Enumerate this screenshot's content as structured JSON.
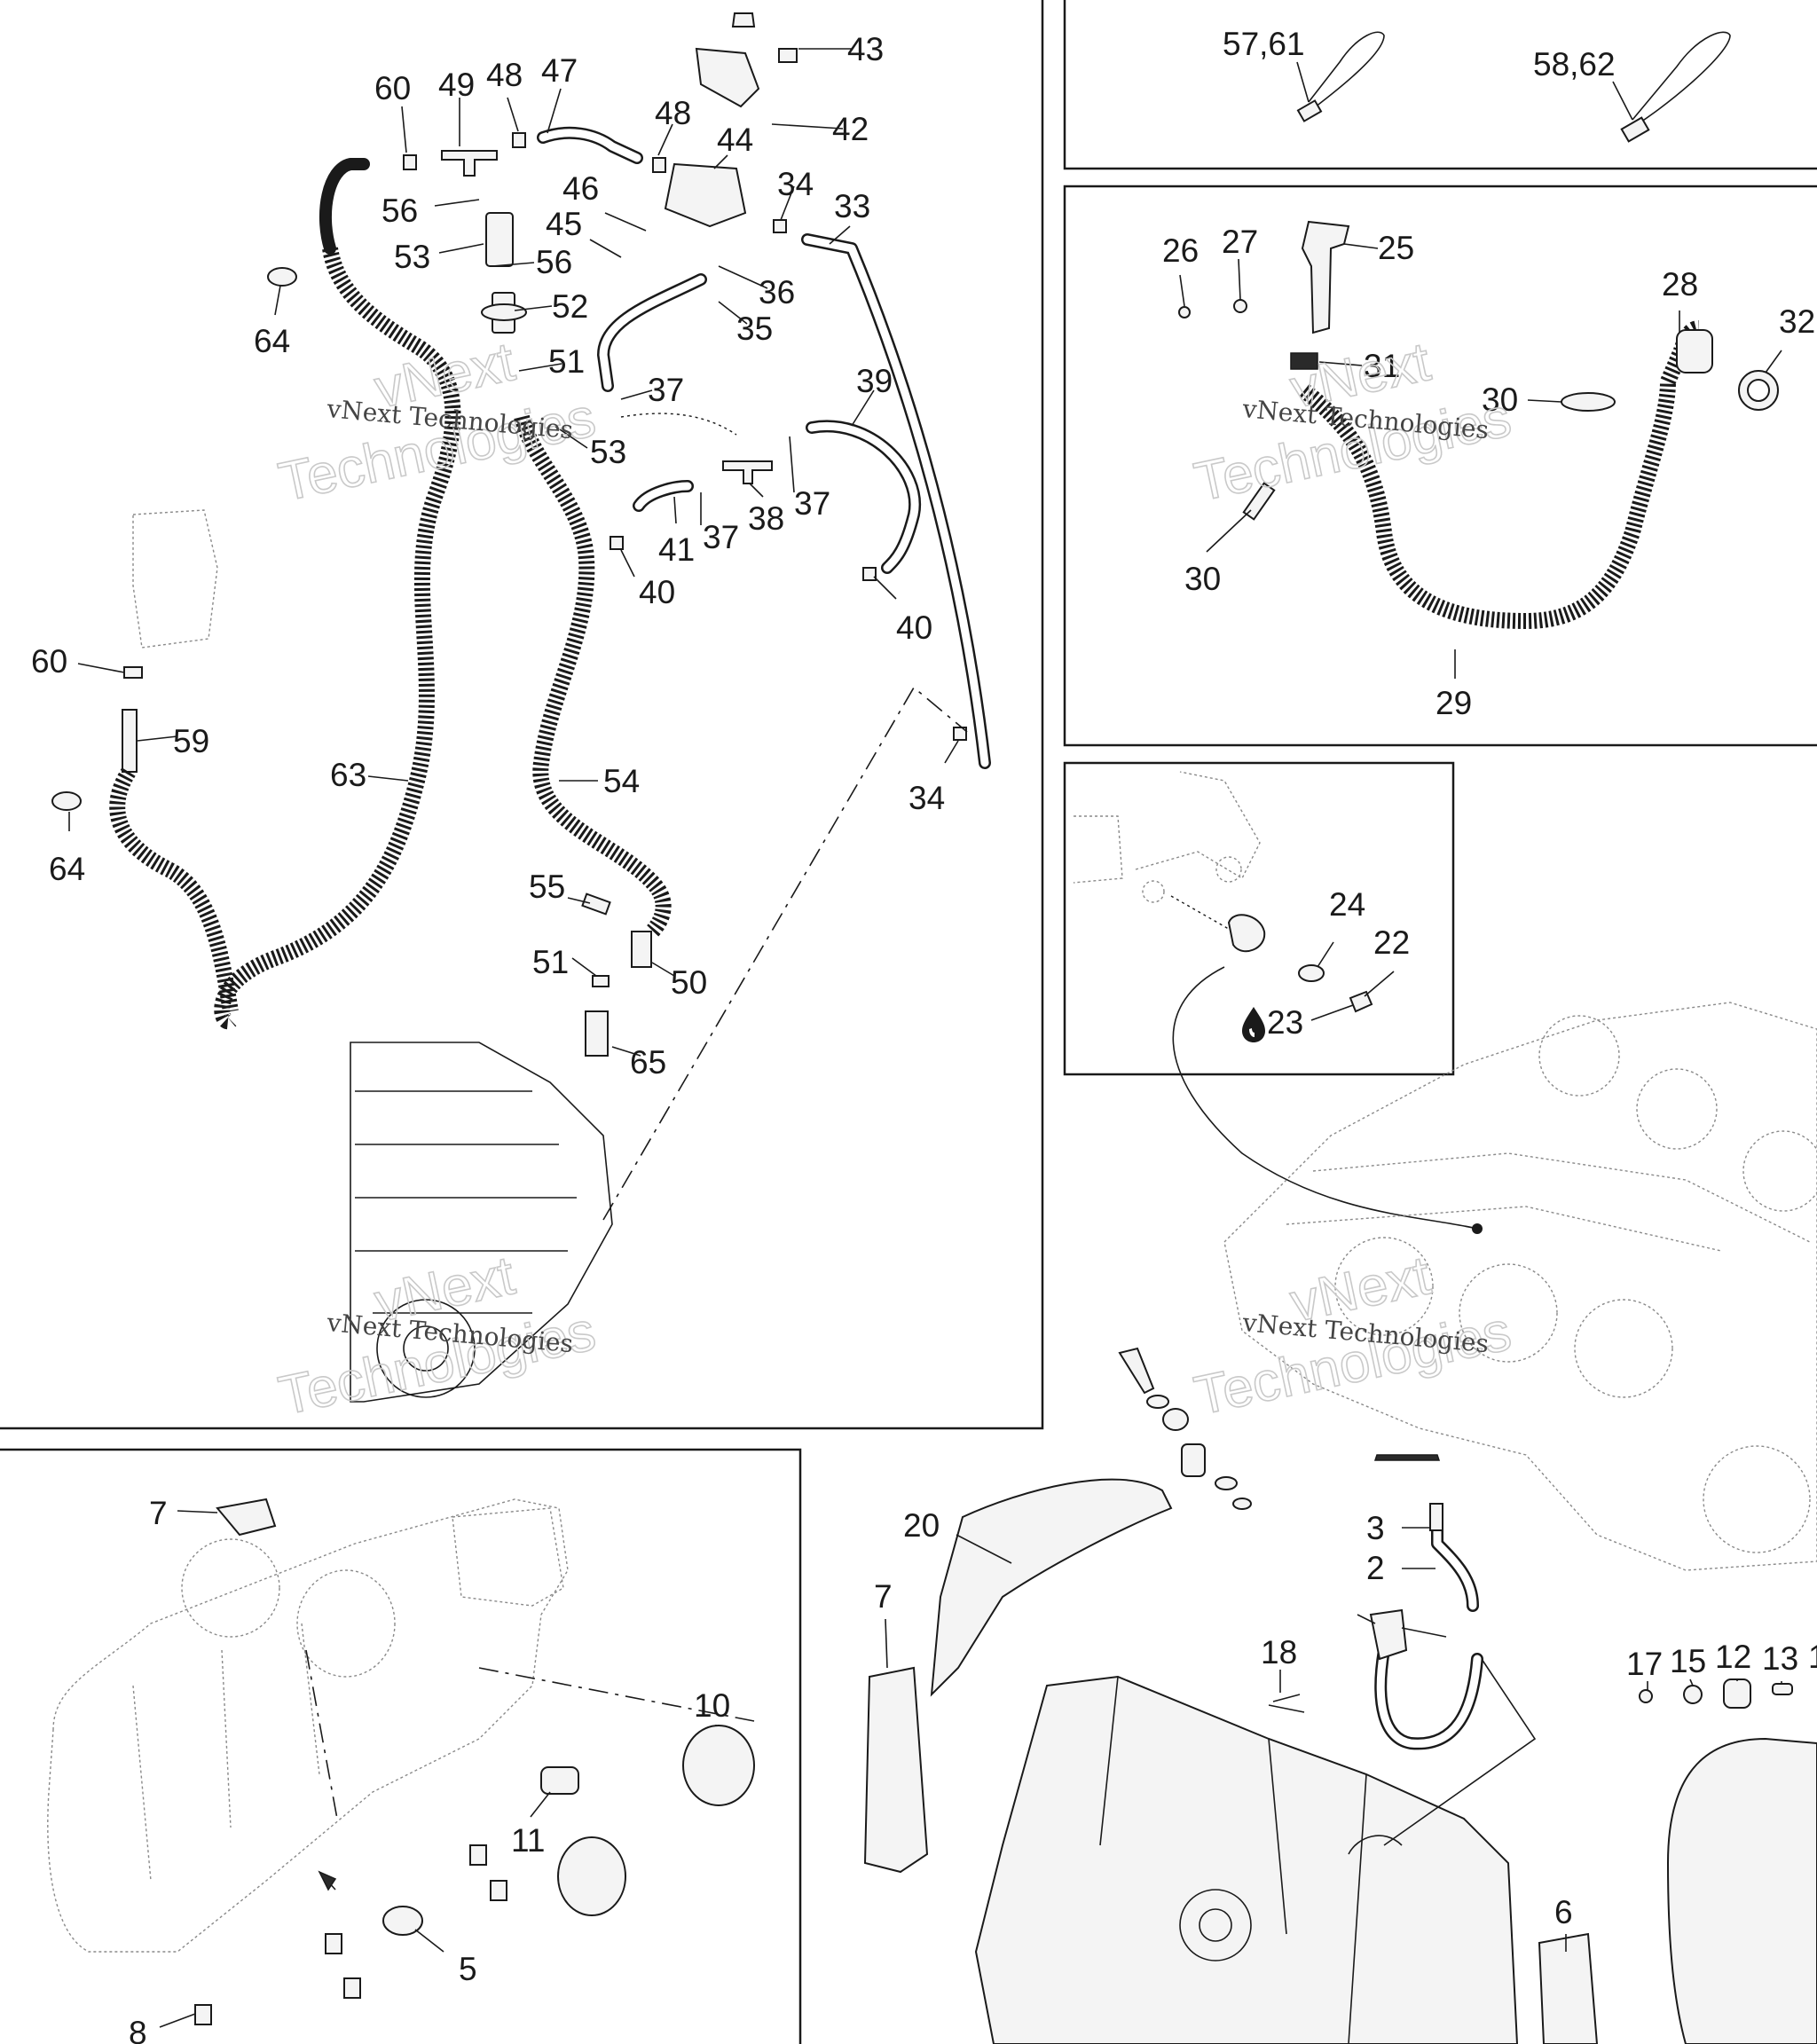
{
  "watermark": {
    "line1": "vNext Technologies",
    "line2": "vNext",
    "line3": "Technologies"
  },
  "icons": {
    "sealant": "drop-icon"
  },
  "callouts": [
    {
      "id": "c43",
      "text": "43"
    },
    {
      "id": "c42",
      "text": "42"
    },
    {
      "id": "c47",
      "text": "47"
    },
    {
      "id": "c48a",
      "text": "48"
    },
    {
      "id": "c49",
      "text": "49"
    },
    {
      "id": "c60a",
      "text": "60"
    },
    {
      "id": "c48b",
      "text": "48"
    },
    {
      "id": "c44",
      "text": "44"
    },
    {
      "id": "c34a",
      "text": "34"
    },
    {
      "id": "c33",
      "text": "33"
    },
    {
      "id": "c46",
      "text": "46"
    },
    {
      "id": "c56a",
      "text": "56"
    },
    {
      "id": "c45",
      "text": "45"
    },
    {
      "id": "c53a",
      "text": "53"
    },
    {
      "id": "c56b",
      "text": "56"
    },
    {
      "id": "c36",
      "text": "36"
    },
    {
      "id": "c64a",
      "text": "64"
    },
    {
      "id": "c52",
      "text": "52"
    },
    {
      "id": "c35",
      "text": "35"
    },
    {
      "id": "c51a",
      "text": "51"
    },
    {
      "id": "c37a",
      "text": "37"
    },
    {
      "id": "c39",
      "text": "39"
    },
    {
      "id": "c53b",
      "text": "53"
    },
    {
      "id": "c37b",
      "text": "37"
    },
    {
      "id": "c38",
      "text": "38"
    },
    {
      "id": "c37c",
      "text": "37"
    },
    {
      "id": "c41",
      "text": "41"
    },
    {
      "id": "c40a",
      "text": "40"
    },
    {
      "id": "c40b",
      "text": "40"
    },
    {
      "id": "c60b",
      "text": "60"
    },
    {
      "id": "c59",
      "text": "59"
    },
    {
      "id": "c63",
      "text": "63"
    },
    {
      "id": "c54",
      "text": "54"
    },
    {
      "id": "c34b",
      "text": "34"
    },
    {
      "id": "c64b",
      "text": "64"
    },
    {
      "id": "c55",
      "text": "55"
    },
    {
      "id": "c51b",
      "text": "51"
    },
    {
      "id": "c50",
      "text": "50"
    },
    {
      "id": "c65",
      "text": "65"
    },
    {
      "id": "c5761",
      "text": "57,61"
    },
    {
      "id": "c5862",
      "text": "58,62"
    },
    {
      "id": "c26",
      "text": "26"
    },
    {
      "id": "c27",
      "text": "27"
    },
    {
      "id": "c25",
      "text": "25"
    },
    {
      "id": "c28",
      "text": "28"
    },
    {
      "id": "c32",
      "text": "32"
    },
    {
      "id": "c31",
      "text": "31"
    },
    {
      "id": "c30a",
      "text": "30"
    },
    {
      "id": "c30b",
      "text": "30"
    },
    {
      "id": "c29",
      "text": "29"
    },
    {
      "id": "c24",
      "text": "24"
    },
    {
      "id": "c22",
      "text": "22"
    },
    {
      "id": "c23",
      "text": "23"
    },
    {
      "id": "c7a",
      "text": "7"
    },
    {
      "id": "c10",
      "text": "10"
    },
    {
      "id": "c11",
      "text": "11"
    },
    {
      "id": "c5",
      "text": "5"
    },
    {
      "id": "c8",
      "text": "8"
    },
    {
      "id": "c20",
      "text": "20"
    },
    {
      "id": "c7b",
      "text": "7"
    },
    {
      "id": "c3",
      "text": "3"
    },
    {
      "id": "c2",
      "text": "2"
    },
    {
      "id": "c18",
      "text": "18"
    },
    {
      "id": "c17",
      "text": "17"
    },
    {
      "id": "c15",
      "text": "15"
    },
    {
      "id": "c12",
      "text": "12"
    },
    {
      "id": "c13",
      "text": "13"
    },
    {
      "id": "c1x",
      "text": "1"
    },
    {
      "id": "c6",
      "text": "6"
    }
  ]
}
